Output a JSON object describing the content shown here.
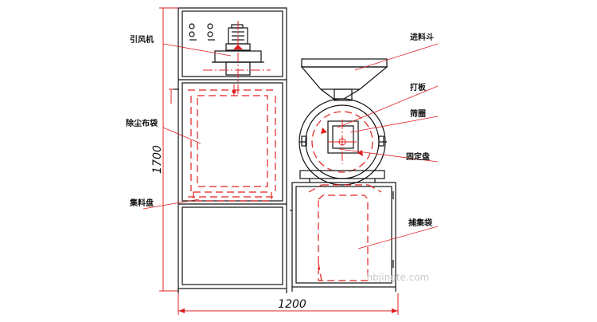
{
  "labels": {
    "induced_fan": "引风机",
    "dust_bag": "除尘布袋",
    "collecting_tray": "集料盘",
    "feed_hopper": "进料斗",
    "beater": "打板",
    "screen_ring": "筛圈",
    "fixed_plate": "固定盘",
    "collecting_bag": "捕集袋"
  },
  "dimensions": {
    "height": "1700",
    "width": "1200"
  },
  "watermark": "hbjingte.com"
}
